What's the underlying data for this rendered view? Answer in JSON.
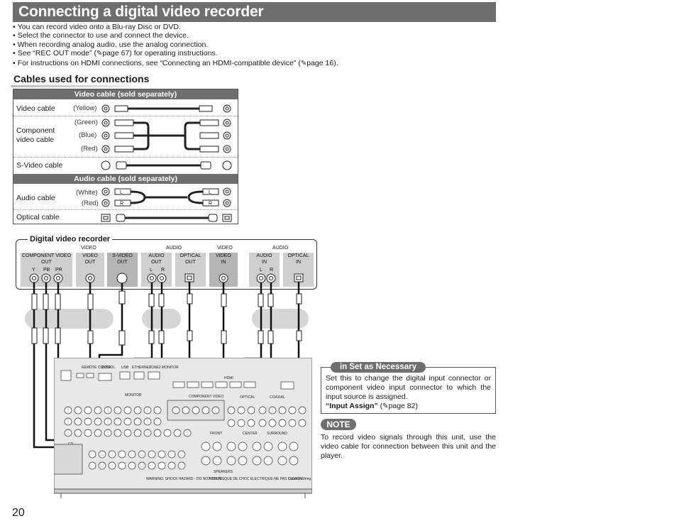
{
  "title": "Connecting a digital video recorder",
  "bullets": [
    "You can record video onto a Blu-ray Disc or DVD.",
    "Select the connector to use and connect the device.",
    "When recording analog audio, use the analog connection."
  ],
  "bullet_rec": {
    "pre": "See “REC OUT mode” (",
    "post": "page 67) for operating instructions."
  },
  "bullet_hdmi": {
    "pre": "For instructions on HDMI connections, see “Connecting an HDMI-compatible device” (",
    "post": "page 16)."
  },
  "ref_icon": "pencil-reference-icon",
  "cables_heading": "Cables used for connections",
  "video_cable_header": "Video cable (sold separately)",
  "audio_cable_header": "Audio cable (sold separately)",
  "cables": {
    "video": {
      "label": "Video cable",
      "color": "(Yellow)"
    },
    "component": {
      "label1": "Component",
      "label2": "video cable",
      "colors": [
        "(Green)",
        "(Blue)",
        "(Red)"
      ]
    },
    "svideo": {
      "label": "S-Video cable"
    },
    "audio": {
      "label": "Audio cable",
      "colors": [
        "(White)",
        "(Red)"
      ],
      "plug_marks": [
        "L",
        "R"
      ]
    },
    "optical": {
      "label": "Optical cable"
    }
  },
  "dvr": {
    "title": "Digital video recorder",
    "groups": [
      "VIDEO",
      "AUDIO",
      "VIDEO",
      "AUDIO"
    ],
    "jacks": [
      {
        "l1": "COMPONENT VIDEO",
        "l2": "OUT",
        "sub": [
          "Y",
          "PB",
          "PR"
        ]
      },
      {
        "l1": "VIDEO",
        "l2": "OUT"
      },
      {
        "l1": "S-VIDEO",
        "l2": "OUT"
      },
      {
        "l1": "AUDIO",
        "l2": "OUT",
        "sub": [
          "L",
          "R"
        ]
      },
      {
        "l1": "OPTICAL",
        "l2": "OUT"
      },
      {
        "l1": "VIDEO",
        "l2": "IN"
      },
      {
        "l1": "AUDIO",
        "l2": "IN",
        "sub": [
          "L",
          "R"
        ]
      },
      {
        "l1": "OPTICAL",
        "l2": "IN"
      }
    ]
  },
  "receiver_labels": {
    "remote_control": "REMOTE CONTROL",
    "dock": "DOCK",
    "usb": "USB",
    "ethernet": "ETHERNET",
    "zone": "ZONE2 MONITOR",
    "hdmi": "HDMI",
    "monitor": "MONITOR",
    "component": "COMPONENT VIDEO",
    "cd": "CD",
    "front": "FRONT",
    "center": "CENTER",
    "surround": "SURROUND",
    "speakers": "SPEAKERS",
    "warning": "WARNING: SHOCK HAZARD - DO NOT OPEN.",
    "avis": "AVIS: RISQUE DE CHOC ELECTRIQUE-NE PAS OUVRIR.",
    "class2": "Class 2 Wiring",
    "optical": "OPTICAL",
    "coaxial": "COAXIAL"
  },
  "info": {
    "title": "in Set as Necessary",
    "text": "Set this to change the digital input connector or component video input connector to which the input source is assigned.",
    "ref_bold": "“Input Assign”",
    "ref_pre": " (",
    "ref_post": "page 82)"
  },
  "note": {
    "title": "NOTE",
    "text": "To record video signals through this unit, use the video cable for connection between this unit and the player."
  },
  "page_number": "20"
}
